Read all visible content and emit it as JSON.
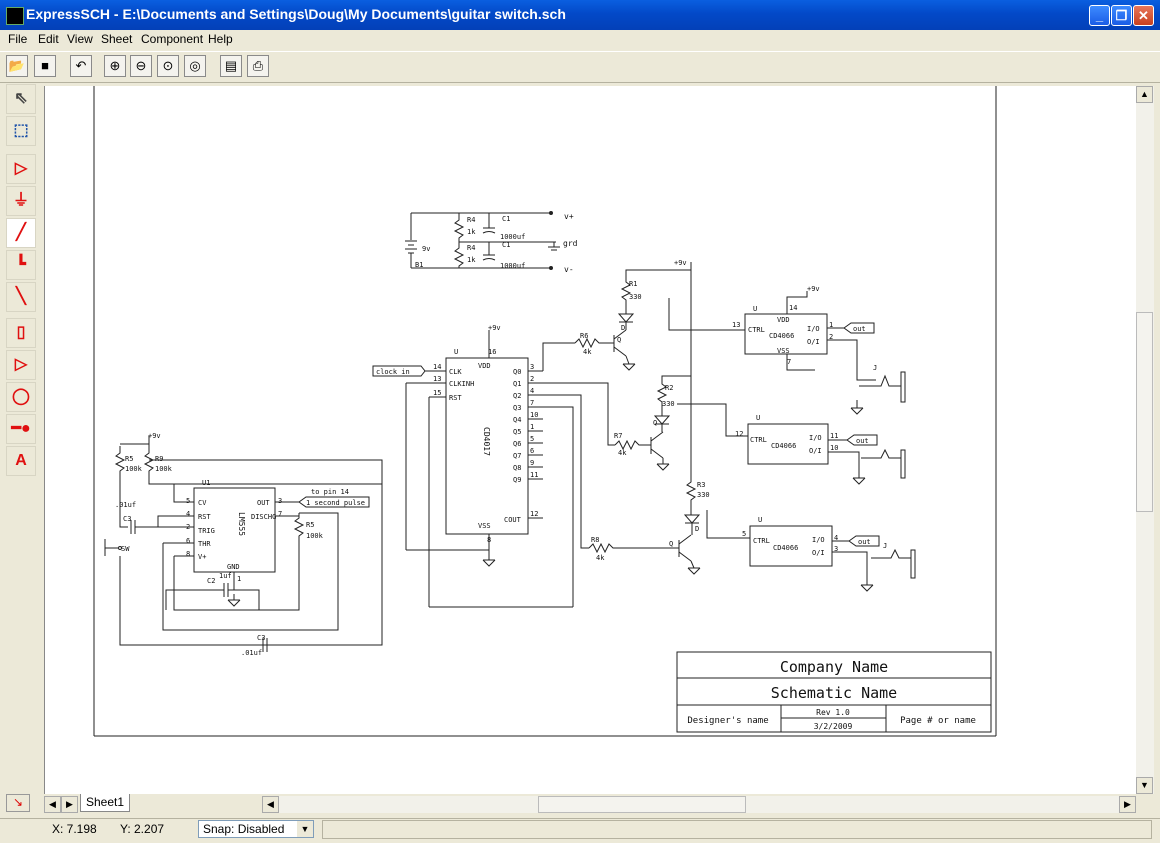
{
  "window": {
    "title": "ExpressSCH - E:\\Documents and Settings\\Doug\\My Documents\\guitar switch.sch",
    "minimize_label": "_",
    "maximize_label": "❐",
    "close_label": "✕"
  },
  "menu": [
    "File",
    "Edit",
    "View",
    "Sheet",
    "Component",
    "Help"
  ],
  "toolbar_icons": [
    "open-icon",
    "save-icon",
    "undo-icon",
    "zoom-in-icon",
    "zoom-out-icon",
    "zoom-fit-icon",
    "zoom-page-icon",
    "properties-icon",
    "print-icon"
  ],
  "toolbox": [
    "select-tool",
    "zoom-area-tool",
    "component-tool",
    "ground-tool",
    "wire-tool",
    "bus-tool",
    "line-tool",
    "chip-tool",
    "buffer-tool",
    "circle-tool",
    "junction-tool",
    "text-tool"
  ],
  "sheet_tab": "Sheet1",
  "status": {
    "x": "X: 7.198",
    "y": "Y: 2.207",
    "snap": "Snap:  Disabled"
  },
  "title_block": {
    "company": "Company Name",
    "schematic": "Schematic Name",
    "designer": "Designer's name",
    "rev": "Rev 1.0",
    "date": "3/2/2009",
    "page": "Page # or name"
  },
  "schematic": {
    "top_right_labels": [
      "v+",
      "grd",
      "v-"
    ],
    "r4a": "R4",
    "r4a_val": "1k",
    "r4b": "R4",
    "r4b_val": "1k",
    "c1a": "C1",
    "c1a_val": "1000uf",
    "c1b": "C1",
    "c1b_val": "1000uf",
    "batt": "9v",
    "batt_ref": "B1",
    "u_label": "U",
    "cd4017": "CD4017",
    "vdd": "VDD",
    "vss": "VSS",
    "clk": "CLK",
    "clkinh": "CLKINH",
    "rst": "RST",
    "cout": "COUT",
    "clock_in": "clock in",
    "q_pins": [
      "Q0",
      "Q1",
      "Q2",
      "Q3",
      "Q4",
      "Q5",
      "Q6",
      "Q7",
      "Q8",
      "Q9"
    ],
    "q_nums": [
      "3",
      "2",
      "4",
      "7",
      "10",
      "1",
      "5",
      "6",
      "9",
      "11"
    ],
    "pin16": "16",
    "pin14": "14",
    "pin13": "13",
    "pin15": "15",
    "pin8": "8",
    "pin12": "12",
    "plus9v": "+9v",
    "u1": "U1",
    "lm555": "LM555",
    "cv": "CV",
    "thr": "THR",
    "trig": "TRIG",
    "vplus": "V+",
    "gnd": "GND",
    "out": "OUT",
    "disch": "DISCHG",
    "to_pin14": "to pin 14",
    "pulse": "1 second pulse",
    "r5a": "R5",
    "r5a_val": "100k",
    "r9": "R9",
    "r9_val": "100k",
    "r5b": "R5",
    "r5b_val": "100k",
    "c3": "C3",
    "c3_val": ".01uf",
    "c2": "C2",
    "c2_val": "1uf",
    "c3b": "C3",
    "c3b_val": ".01uf",
    "sw": "SW",
    "p555": [
      "5",
      "4",
      "2",
      "6",
      "8",
      "3",
      "7",
      "1"
    ],
    "r6": "R6",
    "r6_val": "4k",
    "r7": "R7",
    "r7_val": "4k",
    "r8": "R8",
    "r8_val": "4k",
    "r1": "R1",
    "r1_val": "330",
    "r2": "R2",
    "r2_val": "330",
    "r3": "R3",
    "r3_val": "330",
    "q": "Q",
    "d": "D",
    "cd4066": "CD4066",
    "ctrl": "CTRL",
    "io": "I/O",
    "oi": "O/I",
    "out_tag": "out",
    "jack": "J",
    "sw1_pins": [
      "13",
      "1",
      "2",
      "14",
      "7"
    ],
    "sw2_pins": [
      "12",
      "11",
      "10"
    ],
    "sw3_pins": [
      "5",
      "4",
      "3"
    ]
  }
}
